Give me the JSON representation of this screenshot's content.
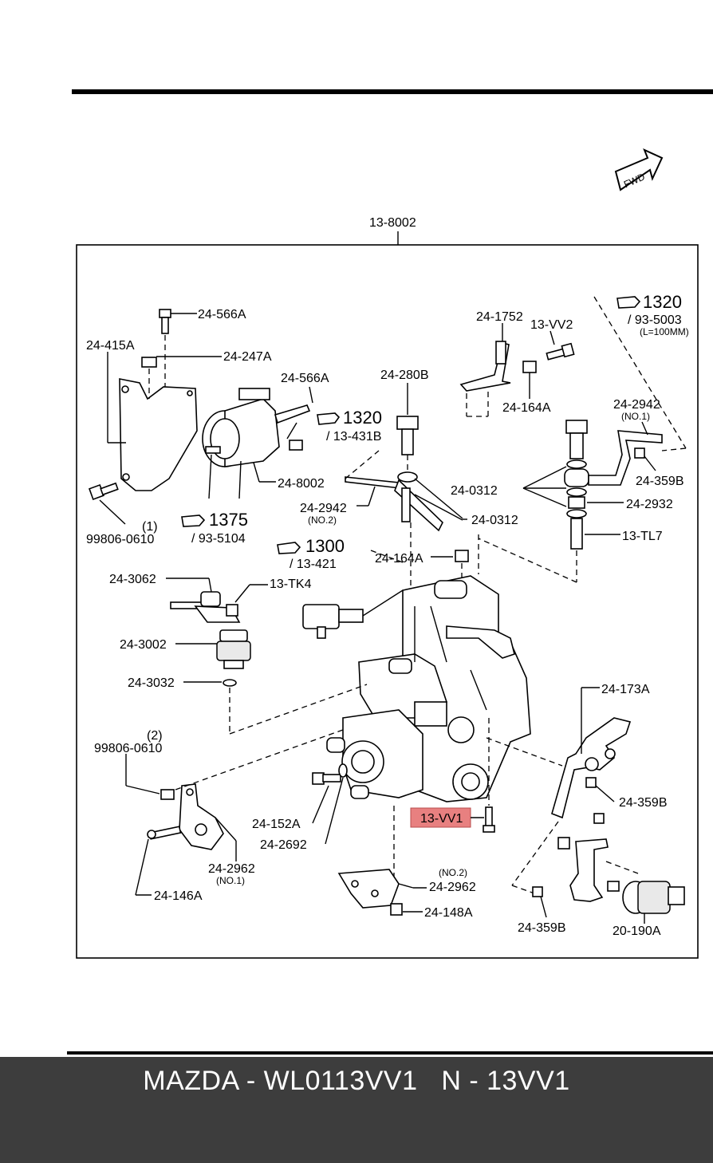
{
  "diagram": {
    "main_label": "13-8002",
    "fwd_label": "FWD",
    "labels": {
      "l_24_566A_top": "24-566A",
      "l_24_415A": "24-415A",
      "l_24_247A": "24-247A",
      "l_24_566A_mid": "24-566A",
      "l_1320_a": "1320",
      "l_13_431B": "/ 13-431B",
      "l_24_280B": "24-280B",
      "l_24_1752": "24-1752",
      "l_13_VV2": "13-VV2",
      "l_24_164A_top": "24-164A",
      "l_1320_b": "1320",
      "l_93_5003": "/ 93-5003",
      "l_L100": "(L=100MM)",
      "l_24_2942_no1": "24-2942",
      "l_no1_a": "(NO.1)",
      "l_24_359B_top": "24-359B",
      "l_24_0312_a": "24-0312",
      "l_24_2932": "24-2932",
      "l_13_TL7": "13-TL7",
      "l_24_8002": "24-8002",
      "l_24_2942_no2": "24-2942",
      "l_no2_a": "(NO.2)",
      "l_24_0312_b": "24-0312",
      "l_99806_1": "99806-0610",
      "l_paren1": "(1)",
      "l_1375": "1375",
      "l_93_5104": "/ 93-5104",
      "l_1300": "1300",
      "l_13_421": "/ 13-421",
      "l_24_164A_mid": "24-164A",
      "l_24_3062": "24-3062",
      "l_13_TK4": "13-TK4",
      "l_24_3002": "24-3002",
      "l_24_3032": "24-3032",
      "l_24_173A": "24-173A",
      "l_paren2": "(2)",
      "l_99806_2": "99806-0610",
      "l_24_359B_mid": "24-359B",
      "l_13_VV1": "13-VV1",
      "l_24_152A": "24-152A",
      "l_24_2692": "24-2692",
      "l_24_2962_no1": "24-2962",
      "l_no1_b": "(NO.1)",
      "l_24_146A": "24-146A",
      "l_no2_b": "(NO.2)",
      "l_24_2962_no2": "24-2962",
      "l_24_148A": "24-148A",
      "l_24_359B_bot": "24-359B",
      "l_20_190A": "20-190A"
    },
    "highlight_color": "#e88080"
  },
  "footer": {
    "text": "MAZDA - WL0113VV1   N - 13VV1"
  }
}
